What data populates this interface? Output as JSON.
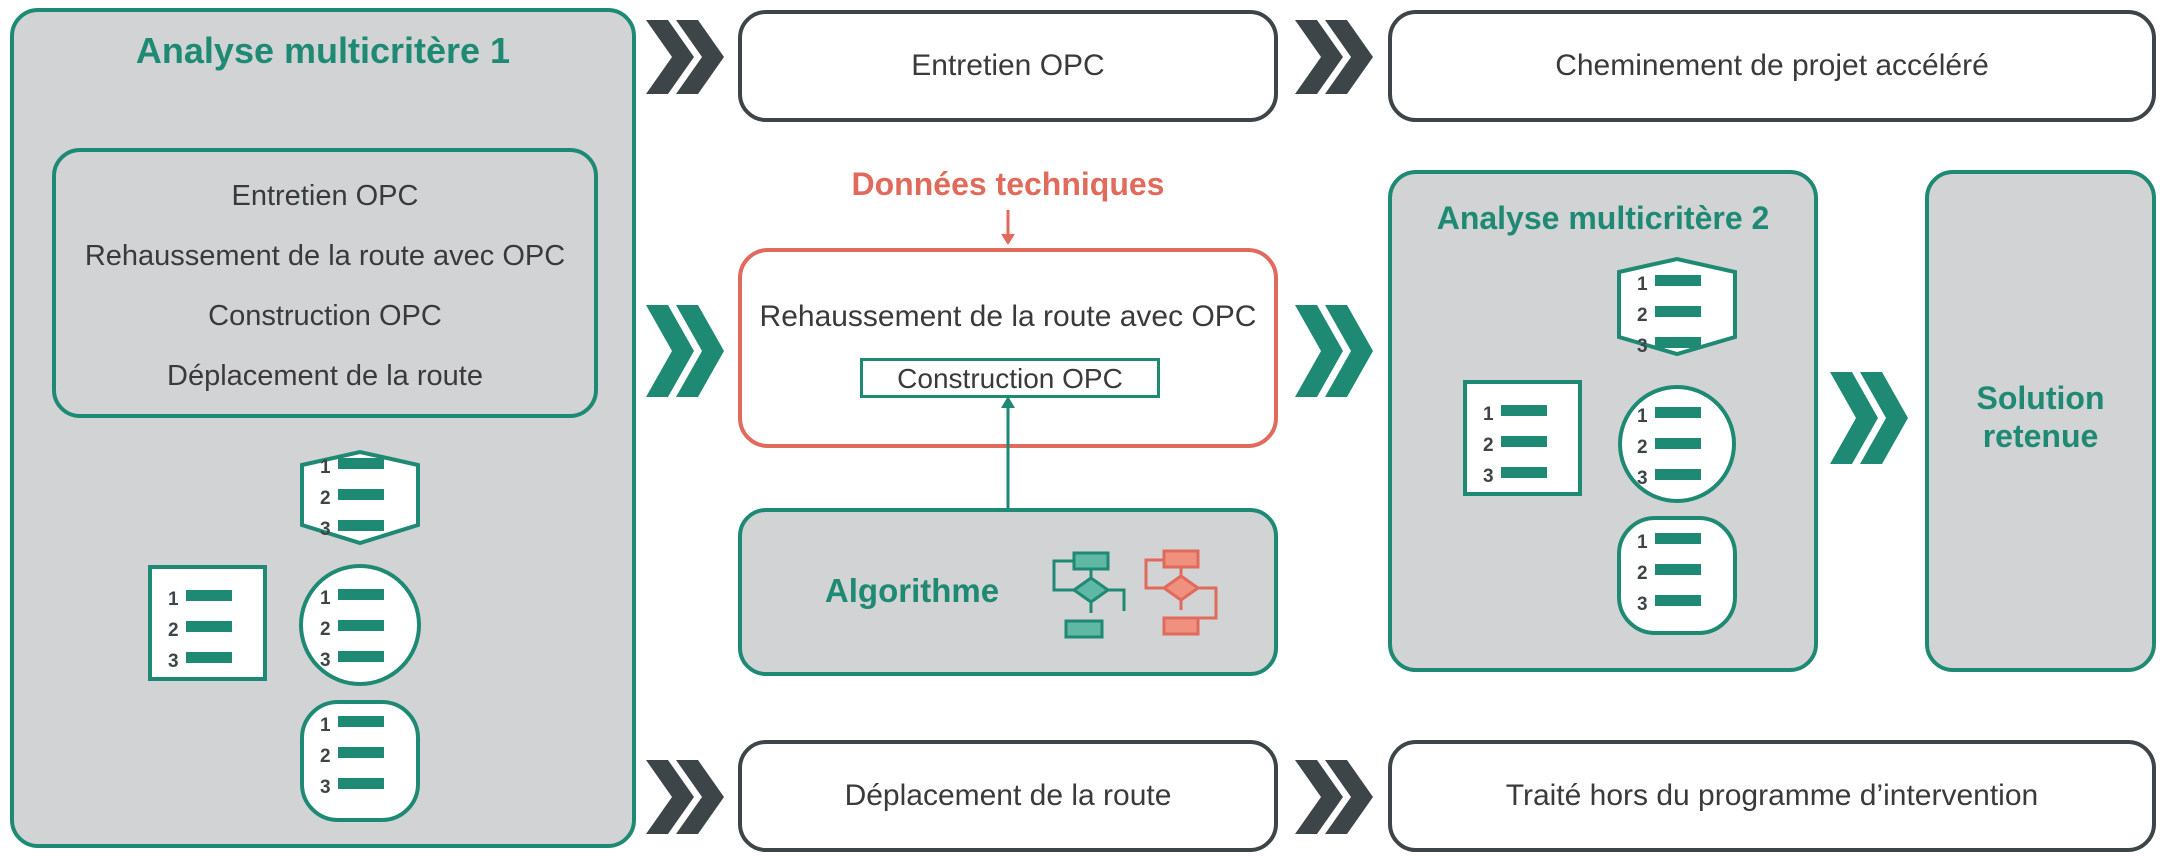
{
  "colors": {
    "green": "#1f8a74",
    "red": "#e06a5c",
    "dark": "#3e4549",
    "gray": "#d1d3d5"
  },
  "amc1": {
    "title": "Analyse multicritère 1",
    "options": [
      "Entretien OPC",
      "Rehaussement de la route avec OPC",
      "Construction OPC",
      "Déplacement de la route"
    ]
  },
  "top_row": {
    "box1": "Entretien OPC",
    "box2": "Cheminement de projet accéléré"
  },
  "middle": {
    "donnees": "Données techniques",
    "rehaussement": "Rehaussement de la route avec OPC",
    "construction": "Construction OPC",
    "algorithme": "Algorithme"
  },
  "amc2": {
    "title": "Analyse multicritère 2"
  },
  "solution": {
    "line1": "Solution",
    "line2": "retenue"
  },
  "bottom_row": {
    "box1": "Déplacement de la route",
    "box2": "Traité hors du programme d’intervention"
  },
  "ranking_numbers": [
    "1",
    "2",
    "3"
  ],
  "icons": [
    "ranking-list-icon",
    "chevron-arrow-icon",
    "flowchart-icon"
  ]
}
